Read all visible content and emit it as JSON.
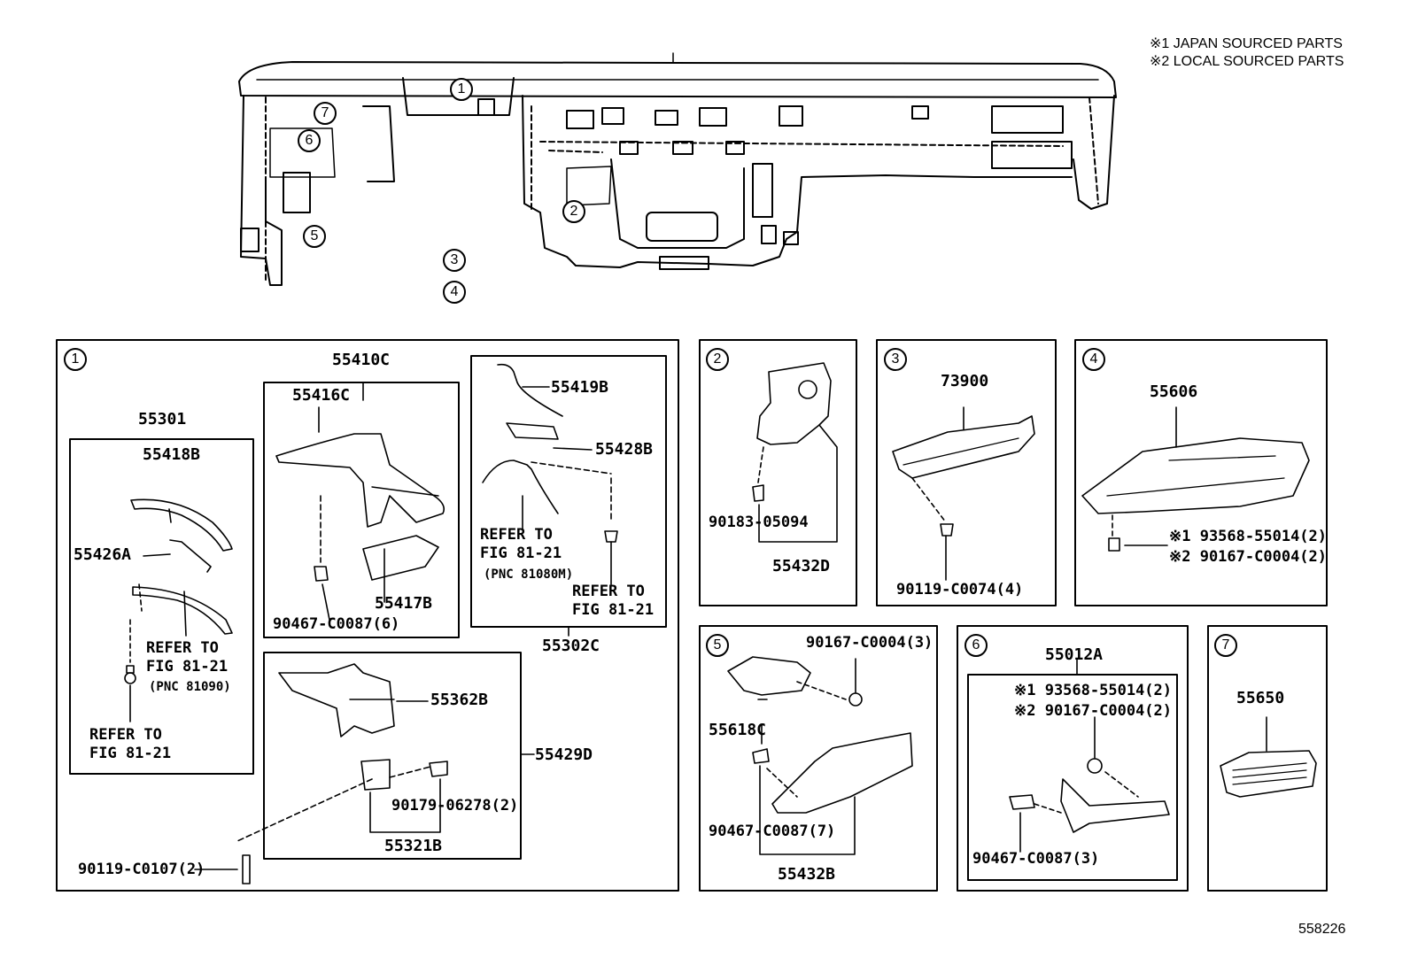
{
  "notes": {
    "japan": "※1 JAPAN SOURCED PARTS",
    "local": "※2 LOCAL SOURCED PARTS"
  },
  "callouts": [
    "1",
    "2",
    "3",
    "4",
    "5",
    "6",
    "7"
  ],
  "figure_id": "558226",
  "box1": {
    "parts": {
      "p55301": "55301",
      "p55418B": "55418B",
      "p55426A": "55426A",
      "p55410C": "55410C",
      "p55416C": "55416C",
      "p90467_6": "90467-C0087(6)",
      "p55417B": "55417B",
      "p55419B": "55419B",
      "p55428B": "55428B",
      "p55302C": "55302C",
      "p55362B": "55362B",
      "p55429D": "55429D",
      "p90179": "90179-06278(2)",
      "p55321B": "55321B",
      "p90119_2": "90119-C0107(2)"
    },
    "refer1": "REFER TO",
    "fig1": "FIG 81-21",
    "pnc1": "(PNC 81090)",
    "refer2": "REFER TO",
    "fig2": "FIG 81-21",
    "refer3": "REFER TO",
    "fig3": "FIG 81-21",
    "pnc3": "(PNC 81080M)",
    "refer4": "REFER TO",
    "fig4": "FIG 81-21"
  },
  "box2": {
    "bolt": "90183-05094",
    "part": "55432D"
  },
  "box3": {
    "part": "73900",
    "bolt": "90119-C0074(4)"
  },
  "box4": {
    "part": "55606",
    "bolt1": "※1 93568-55014(2)",
    "bolt2": "※2 90167-C0004(2)"
  },
  "box5": {
    "bolt": "90167-C0004(3)",
    "part": "55618C",
    "clip": "90467-C0087(7)",
    "part2": "55432B"
  },
  "box6": {
    "part": "55012A",
    "bolt1": "※1 93568-55014(2)",
    "bolt2": "※2 90167-C0004(2)",
    "clip": "90467-C0087(3)"
  },
  "box7": {
    "part": "55650"
  }
}
